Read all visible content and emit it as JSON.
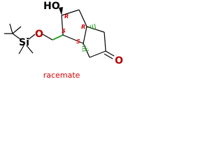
{
  "atoms": {
    "hydroxyl": "HO",
    "ether_oxygen": "O",
    "silicon": "Si",
    "ketone_oxygen": "O"
  },
  "stereo_descriptors": {
    "c_hydroxyl": "R",
    "c_silyloxymethyl": "S",
    "c_bridgehead_top": "R",
    "c_bridgehead_bottom": "S"
  },
  "footer": {
    "stereo_note": "racemate"
  },
  "colors": {
    "bond": "#000000",
    "oxygen": "#b50000",
    "silicon": "#000000",
    "stereo_label": "#d40000",
    "wedge": "#2ca02c",
    "footer_text": "#d40000"
  }
}
